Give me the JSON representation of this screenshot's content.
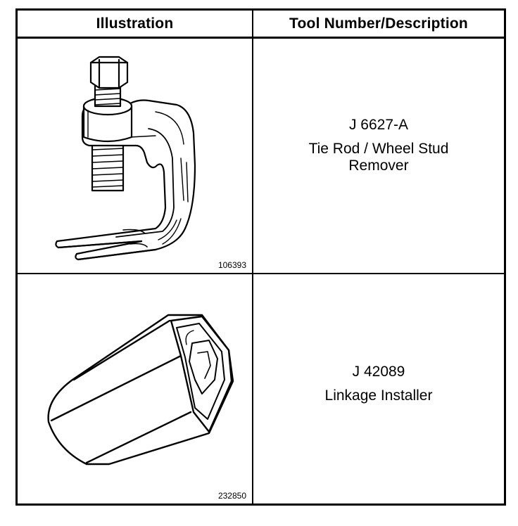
{
  "table": {
    "headers": {
      "illustration": "Illustration",
      "tool": "Tool Number/Description"
    },
    "rows": [
      {
        "figure_number": "106393",
        "tool_number": "J 6627-A",
        "description_line1": "Tie Rod / Wheel Stud",
        "description_line2": "Remover",
        "icon": "tie-rod-remover-illustration"
      },
      {
        "figure_number": "232850",
        "tool_number": "J 42089",
        "description_line1": "Linkage Installer",
        "icon": "hex-socket-illustration"
      }
    ]
  }
}
